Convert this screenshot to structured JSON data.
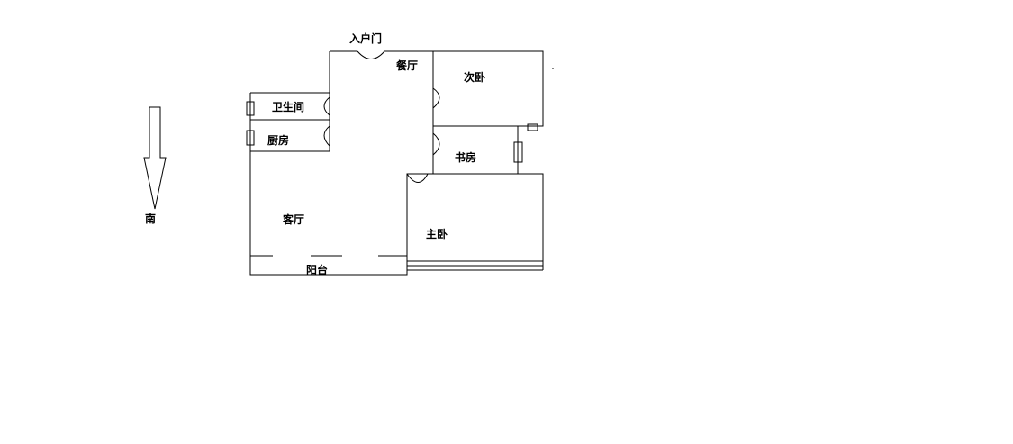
{
  "plan": {
    "entrance_door": "入户门",
    "rooms": {
      "dining": "餐厅",
      "second_bedroom": "次卧",
      "bathroom": "卫生间",
      "kitchen": "厨房",
      "study": "书房",
      "living_room": "客厅",
      "master_bedroom": "主卧",
      "balcony": "阳台"
    },
    "compass": "南"
  }
}
